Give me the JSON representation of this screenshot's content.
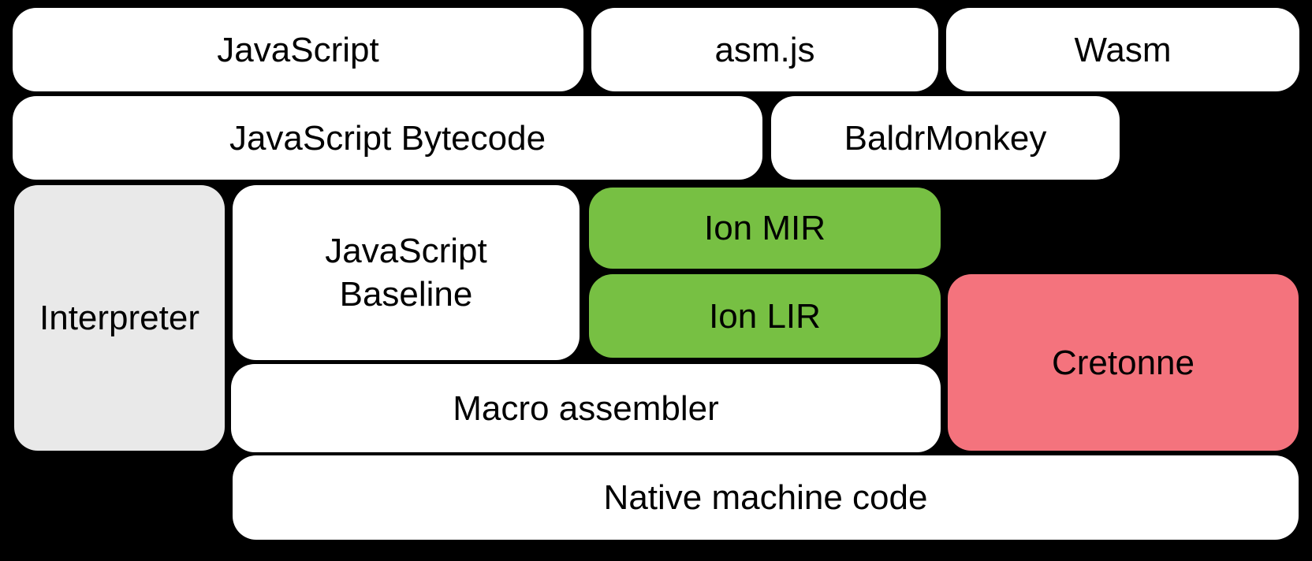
{
  "diagram": {
    "description": "Compiler pipeline diagram",
    "colors": {
      "background": "#000000",
      "box_default": "#ffffff",
      "box_interpreter": "#e9e9e9",
      "box_ion": "#77c043",
      "box_cretonne": "#f4737d",
      "text": "#000000"
    },
    "boxes": [
      {
        "id": "javascript",
        "label": "JavaScript",
        "color": "#ffffff"
      },
      {
        "id": "asmjs",
        "label": "asm.js",
        "color": "#ffffff"
      },
      {
        "id": "wasm",
        "label": "Wasm",
        "color": "#ffffff"
      },
      {
        "id": "javascript-bytecode",
        "label": "JavaScript Bytecode",
        "color": "#ffffff"
      },
      {
        "id": "baldrmonkey",
        "label": "BaldrMonkey",
        "color": "#ffffff"
      },
      {
        "id": "interpreter",
        "label": "Interpreter",
        "color": "#e9e9e9"
      },
      {
        "id": "javascript-baseline",
        "label": "JavaScript\nBaseline",
        "color": "#ffffff"
      },
      {
        "id": "ion-mir",
        "label": "Ion MIR",
        "color": "#77c043"
      },
      {
        "id": "ion-lir",
        "label": "Ion LIR",
        "color": "#77c043"
      },
      {
        "id": "cretonne",
        "label": "Cretonne",
        "color": "#f4737d"
      },
      {
        "id": "macro-assembler",
        "label": "Macro assembler",
        "color": "#ffffff"
      },
      {
        "id": "native-machine-code",
        "label": "Native machine code",
        "color": "#ffffff"
      }
    ]
  }
}
